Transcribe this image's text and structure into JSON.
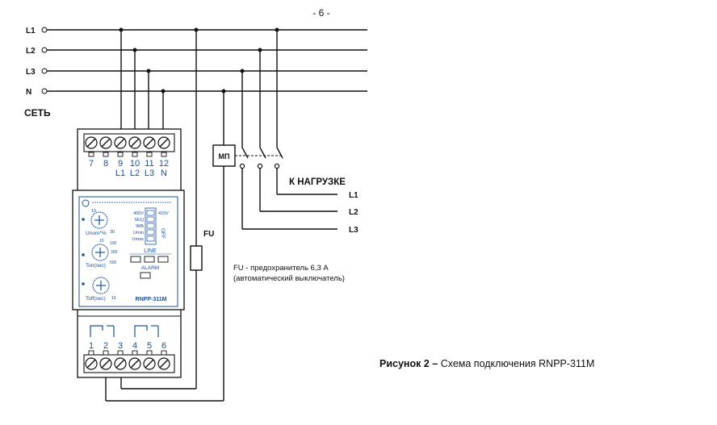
{
  "page_number": "- 6 -",
  "network": {
    "lines": [
      "L1",
      "L2",
      "L3",
      "N"
    ],
    "label": "СЕТЬ"
  },
  "device": {
    "top_terminals": [
      "7",
      "8",
      "9",
      "10",
      "11",
      "12"
    ],
    "top_phase_labels": [
      "L1",
      "L2",
      "L3",
      "N"
    ],
    "bottom_terminals": [
      "1",
      "2",
      "3",
      "4",
      "5",
      "6"
    ],
    "model": "RNPP-311M",
    "switch_left": [
      "400V",
      "SEQ",
      "IMB",
      "Umin",
      "Umax"
    ],
    "switch_right": "415V",
    "off_label": "OFF",
    "line_label": "LINE",
    "alarm_label": "ALARM",
    "knob1_label": "Unom*%",
    "knob2_label": "Ton(sec)",
    "knob3_label": "Toff(sec)",
    "knob1_ticks": [
      "10",
      "30"
    ],
    "knob2_ticks": [
      "10",
      "100",
      "300",
      "500"
    ],
    "knob3_ticks": [
      "10"
    ]
  },
  "contactor_label": "МП",
  "fuse_label": "FU",
  "load": {
    "title": "К НАГРУЗКЕ",
    "lines": [
      "L1",
      "L2",
      "L3"
    ]
  },
  "fuse_note": {
    "line1": "FU - предохранитель 6,3 А",
    "line2": "(автоматический выключатель)"
  },
  "caption": {
    "bold": "Рисунок 2 –",
    "text": " Схема подключения RNPP-311M"
  },
  "colors": {
    "device_text": "#1a4f9c",
    "line": "#111111"
  }
}
